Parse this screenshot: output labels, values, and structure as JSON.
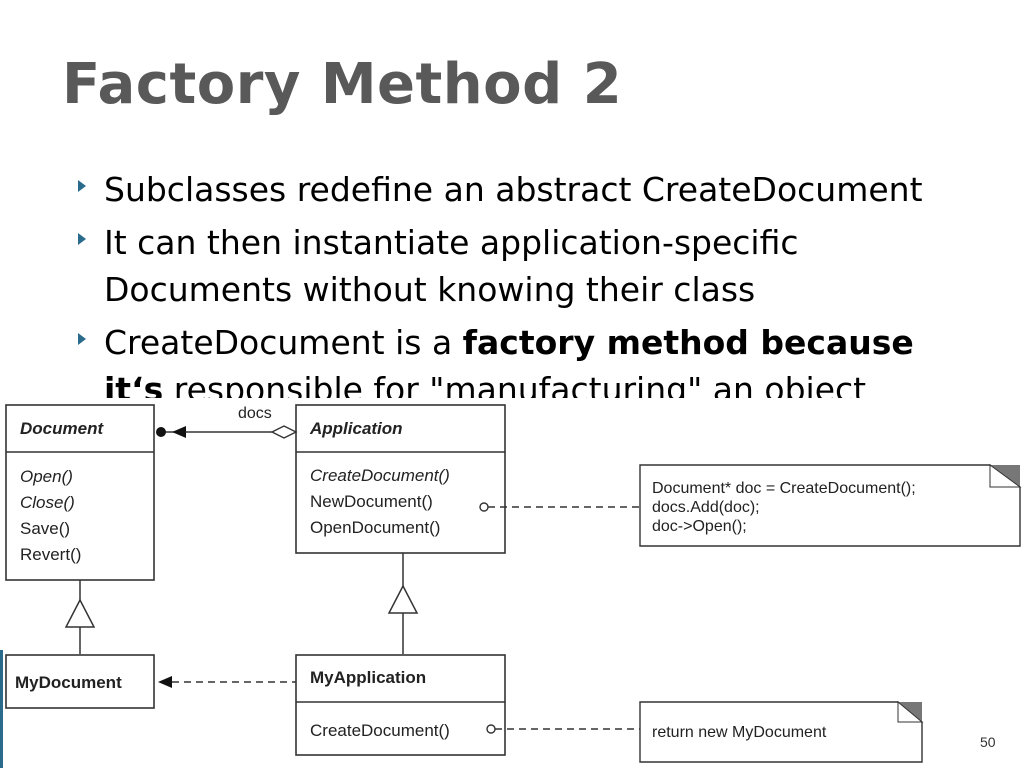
{
  "slide": {
    "title": "Factory Method 2",
    "bullets": [
      {
        "text": "Subclasses redefine an abstract CreateDocument"
      },
      {
        "line1": "It can then instantiate application-specific",
        "line2": "Documents without knowing their class"
      },
      {
        "line1_pre": "CreateDocument is a ",
        "line1_bold": "factory method because",
        "line2_bold": "it‘s",
        "line2_rest": " responsible for \"manufacturing\" an object"
      }
    ],
    "slide_number": "50"
  },
  "diagram": {
    "association_label": "docs",
    "document": {
      "name": "Document",
      "methods": [
        "Open()",
        "Close()",
        "Save()",
        "Revert()"
      ]
    },
    "application": {
      "name": "Application",
      "methods": [
        "CreateDocument()",
        "NewDocument()",
        "OpenDocument()"
      ]
    },
    "my_document": {
      "name": "MyDocument"
    },
    "my_application": {
      "name": "MyApplication",
      "methods": [
        "CreateDocument()"
      ]
    },
    "note_new_document": [
      "Document* doc = CreateDocument();",
      "docs.Add(doc);",
      "doc->Open();"
    ],
    "note_create_document": [
      "return new MyDocument"
    ]
  }
}
